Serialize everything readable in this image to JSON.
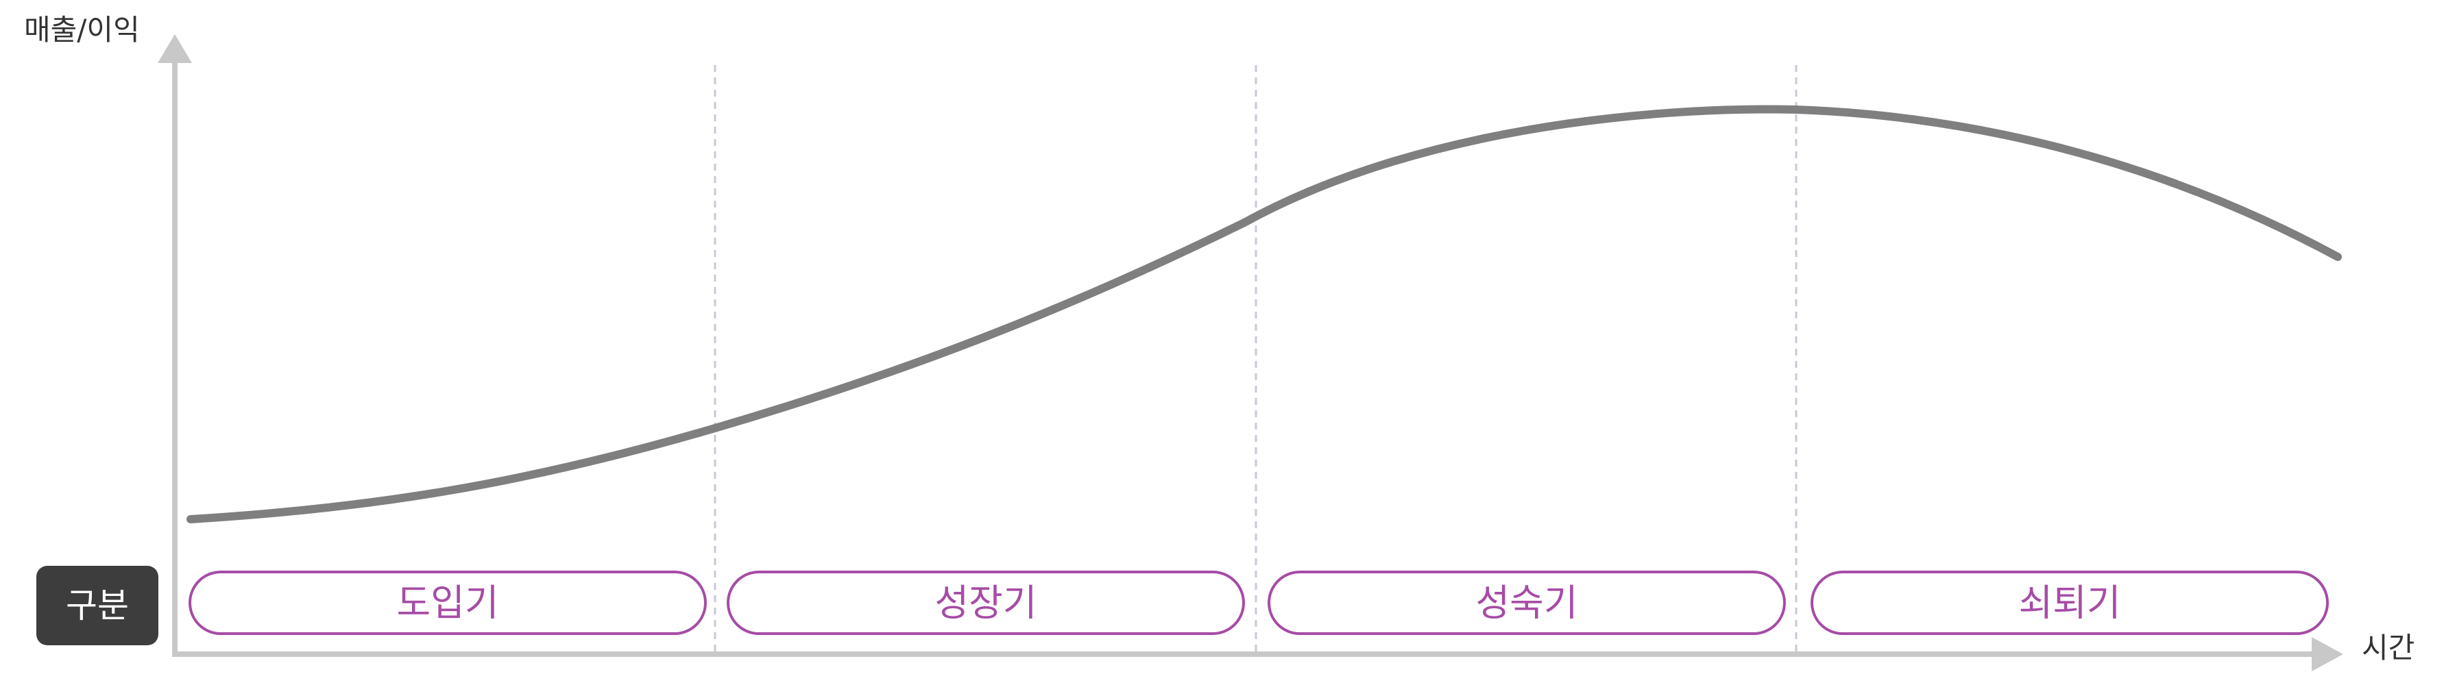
{
  "axes": {
    "y_label": "매출/이익",
    "x_label": "시간"
  },
  "header": {
    "label": "구분"
  },
  "stages": [
    {
      "label": "도입기"
    },
    {
      "label": "성장기"
    },
    {
      "label": "성숙기"
    },
    {
      "label": "쇠퇴기"
    }
  ],
  "colors": {
    "axis": "#c8c8c8",
    "curve": "#7f7f7f",
    "divider": "#c8c8d8",
    "stage_border": "#a64ca6",
    "stage_text": "#a64ca6",
    "header_bg": "#3d3d3d",
    "header_text": "#ffffff"
  }
}
